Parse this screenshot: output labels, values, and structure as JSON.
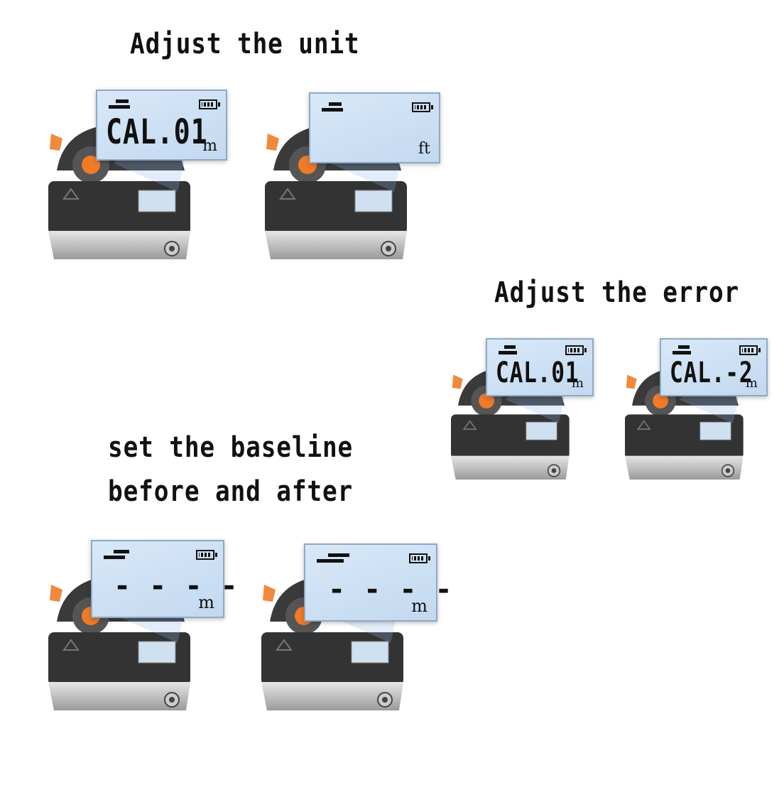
{
  "headings": {
    "adjust_unit": "Adjust the unit",
    "adjust_error": "Adjust the error",
    "set_baseline_line1": "set the baseline",
    "set_baseline_line2": "before and after"
  },
  "devices": [
    {
      "reading": "CAL.01",
      "unit": "m"
    },
    {
      "reading": "",
      "unit": "ft"
    },
    {
      "reading": "CAL.01",
      "unit": "m"
    },
    {
      "reading": "CAL.-2",
      "unit": "m"
    },
    {
      "reading": "- - - -",
      "unit": "m"
    },
    {
      "reading": "- - - -",
      "unit": "m"
    }
  ]
}
